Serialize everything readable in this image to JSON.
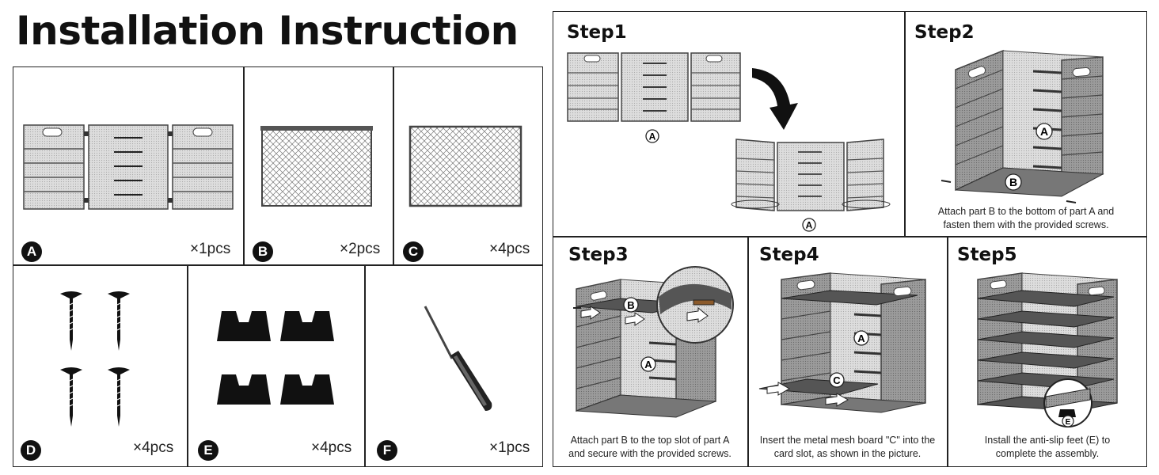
{
  "title": "Installation Instruction",
  "parts": [
    {
      "letter": "A",
      "qty": "×1pcs",
      "icon": "folding-frame-icon"
    },
    {
      "letter": "B",
      "qty": "×2pcs",
      "icon": "mesh-board-with-lip-icon"
    },
    {
      "letter": "C",
      "qty": "×4pcs",
      "icon": "mesh-board-icon"
    },
    {
      "letter": "D",
      "qty": "×4pcs",
      "icon": "screws-icon"
    },
    {
      "letter": "E",
      "qty": "×4pcs",
      "icon": "anti-slip-feet-icon"
    },
    {
      "letter": "F",
      "qty": "×1pcs",
      "icon": "screwdriver-icon"
    }
  ],
  "steps": [
    {
      "title": "Step1",
      "labels": [
        "A",
        "A"
      ],
      "caption1": "",
      "caption2": ""
    },
    {
      "title": "Step2",
      "labels": [
        "A",
        "B"
      ],
      "caption1": "Attach part B to the bottom of part A and",
      "caption2": "fasten them with the provided screws."
    },
    {
      "title": "Step3",
      "labels": [
        "B",
        "A"
      ],
      "caption1": "Attach part B to the top slot of part A",
      "caption2": "and secure with the provided screws."
    },
    {
      "title": "Step4",
      "labels": [
        "A",
        "C"
      ],
      "caption1": "Insert the metal mesh board \"C\" into the",
      "caption2": "card slot, as shown in the picture."
    },
    {
      "title": "Step5",
      "labels": [
        "E"
      ],
      "caption1": "Install the anti-slip feet (E) to",
      "caption2": "complete the assembly."
    }
  ],
  "colors": {
    "ink": "#111111",
    "mesh": "#9a9a9a",
    "frame": "#555555"
  }
}
